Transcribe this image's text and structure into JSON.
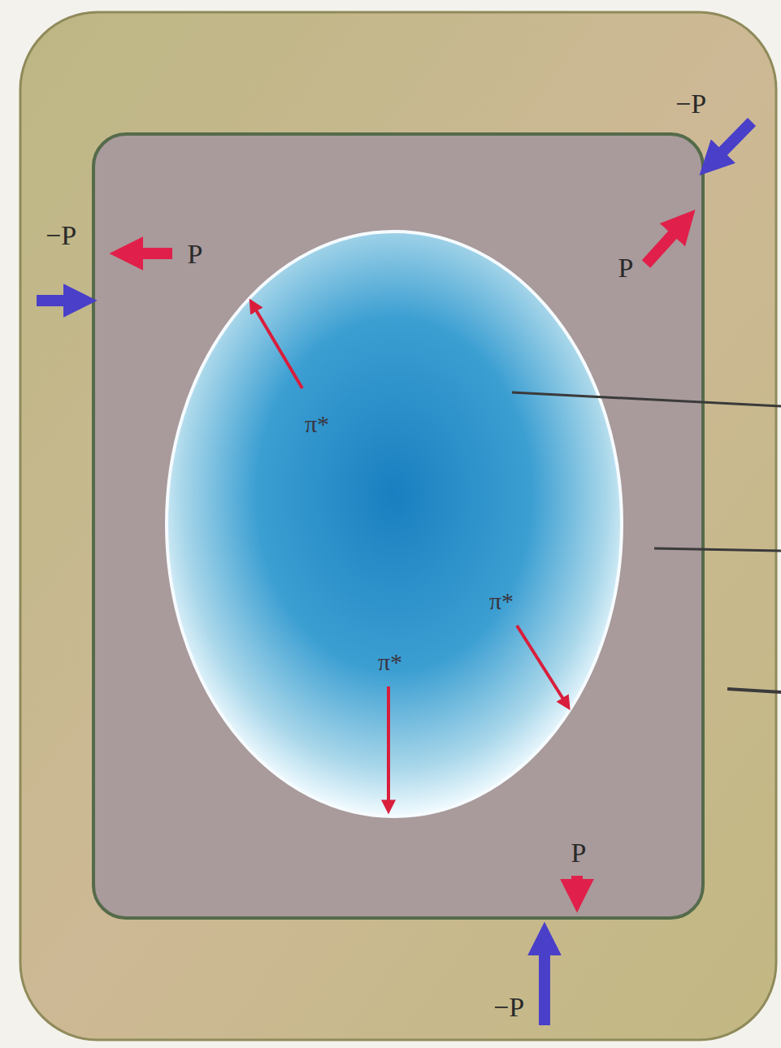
{
  "diagram": {
    "labels": [
      "−P",
      "−P",
      "P",
      "P",
      "π*",
      "π*",
      "π*",
      "P",
      "−P"
    ]
  }
}
